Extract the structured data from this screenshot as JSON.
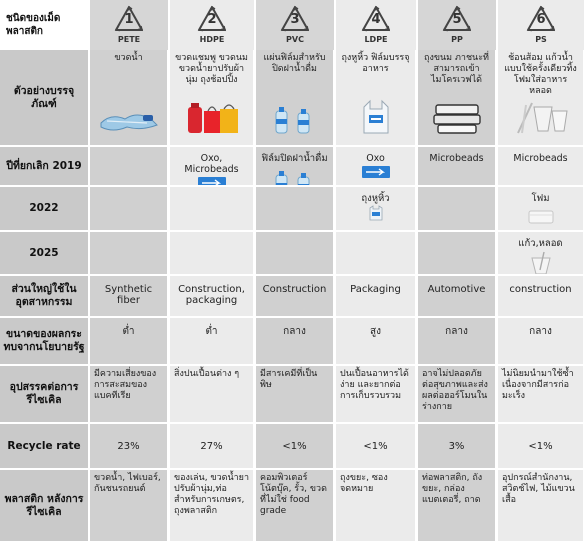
{
  "header": {
    "corner": "ชนิดของเม็ดพลาสติก",
    "types": [
      {
        "num": "1",
        "code": "PETE"
      },
      {
        "num": "2",
        "code": "HDPE"
      },
      {
        "num": "3",
        "code": "PVC"
      },
      {
        "num": "4",
        "code": "LDPE"
      },
      {
        "num": "5",
        "code": "PP"
      },
      {
        "num": "6",
        "code": "PS"
      }
    ]
  },
  "rows": {
    "examples": {
      "label": "ตัวอย่างบรรจุภัณฑ์",
      "cells": [
        "ขวดน้ำ",
        "ขวดแชมพู ขวดนม ขวดน้ำยาปรับผ้านุ่ม ถุงช้อปปิ้ง",
        "แผ่นฟิล์มสำหรับปิดฝาน้ำดื่ม",
        "ถุงหูหิ้ว ฟิล์มบรรจุอาหาร",
        "ถุงขนม ภาชนะที่สามารถเข้าไมโครเวฟได้",
        "ช้อนส้อม แก้วน้ำแบบใช้ครั้งเดียวทิ้ง โฟมใส่อาหาร หลอด"
      ]
    },
    "y2019": {
      "label": "ปีที่ยกเลิก 2019",
      "cells": [
        "",
        "Oxo, Microbeads",
        "ฟิล์มปิดฝาน้ำดื่ม",
        "Oxo",
        "Microbeads",
        "Microbeads"
      ]
    },
    "y2022": {
      "label": "2022",
      "cells": [
        "",
        "",
        "",
        "ถุงหูหิ้ว",
        "",
        "โฟม"
      ]
    },
    "y2025": {
      "label": "2025",
      "cells": [
        "",
        "",
        "",
        "",
        "",
        "แก้ว,หลอด"
      ]
    },
    "industry": {
      "label": "ส่วนใหญ่ใช้ในอุตสาหกรรม",
      "cells": [
        "Synthetic fiber",
        "Construction, packaging",
        "Construction",
        "Packaging",
        "Automotive",
        "construction"
      ]
    },
    "impact": {
      "label": "ขนาดของผลกระทบจากนโยบายรัฐ",
      "cells": [
        "ต่ำ",
        "ต่ำ",
        "กลาง",
        "สูง",
        "กลาง",
        "กลาง"
      ]
    },
    "obstacles": {
      "label": "อุปสรรคต่อการรีไซเคิล",
      "cells": [
        "มีความเสี่ยงของการสะสมของแบคทีเรีย",
        "สิ่งปนเปื้อนต่าง ๆ",
        "มีสารเคมีที่เป็นพิษ",
        "ปนเปื้อนอาหารได้ง่าย และยากต่อการเก็บรวบรวม",
        "อาจไม่ปลอดภัยต่อสุขภาพและส่งผลต่อฮอร์โมนในร่างกาย",
        "ไม่นิยมนำมาใช้ซ้ำเนื่องจากมีสารก่อมะเร็ง"
      ]
    },
    "recycle": {
      "label": "Recycle rate",
      "cells": [
        "23%",
        "27%",
        "<1%",
        "<1%",
        "3%",
        "<1%"
      ]
    },
    "after": {
      "label": "พลาสติก หลังการรีไซเคิล",
      "cells": [
        "ขวดน้ำ, ไฟเบอร์, กันชนรถยนต์",
        "ของเล่น, ขวดน้ำยาปรับผ้านุ่ม,ท่อสำหรับการเกษตร, ถุงพลาสติก",
        "คอมพิวเตอร์ โน้ตบุ๊ค, รั้ว, ขวดที่ไม่ใช่ food grade",
        "ถุงขยะ, ซองจดหมาย",
        "ท่อพลาสติก, ถังขยะ, กล่องแบตเตอรี่, ถาด",
        "อุปกรณ์สำนักงาน, สวิตช์ไฟ, ไม้แขวนเสื้อ"
      ]
    }
  },
  "icons": {
    "examples": [
      "crushed-bottles-icon",
      "shopping-bags-icon",
      "water-bottles-icon",
      "thank-you-bag-icon",
      "food-containers-icon",
      "cutlery-cups-icon"
    ],
    "y2019": [
      "",
      "microbead-tag-icon",
      "water-bottles-icon",
      "microbead-tag-icon",
      "",
      ""
    ],
    "y2022": [
      "",
      "",
      "",
      "bag-tag-icon",
      "",
      "foam-icon"
    ],
    "y2025": [
      "",
      "",
      "",
      "",
      "",
      "cup-straw-icon"
    ]
  },
  "colors": {
    "label_bg": "#c9c9c9",
    "dark_col": "#d0d0d0",
    "light_col": "#ebebeb",
    "accent_blue": "#2a7fd4",
    "triangle_stroke": "#444444"
  }
}
